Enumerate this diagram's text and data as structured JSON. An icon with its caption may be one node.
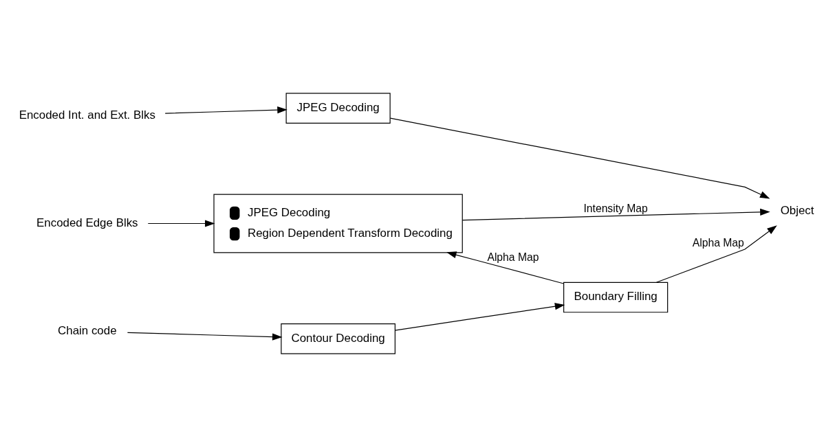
{
  "diagram": {
    "nodes": [
      {
        "text": [
          "Encoded Int. and Ext. Blks"
        ]
      },
      {
        "text": [
          "JPEG Decoding"
        ]
      },
      {
        "text": [
          "Encoded Edge Blks"
        ]
      },
      {
        "text": [
          "JPEG Decoding",
          "Region Dependent Transform Decoding"
        ]
      },
      {
        "text": [
          "Chain code"
        ]
      },
      {
        "text": [
          "Contour Decoding"
        ]
      },
      {
        "text": [
          "Boundary Filling"
        ]
      },
      {
        "text": [
          "Object"
        ]
      }
    ],
    "edges": [
      {
        "from": 0,
        "to": 1,
        "arrow": "to"
      },
      {
        "from": 2,
        "to": 3,
        "arrow": "to"
      },
      {
        "from": 4,
        "to": 5,
        "arrow": "to"
      },
      {
        "from": 5,
        "to": 6,
        "arrow": "to"
      },
      {
        "from": 6,
        "to": 3,
        "arrow": "to",
        "label": "Alpha Map"
      },
      {
        "from": 1,
        "to": 7,
        "arrow": "to"
      },
      {
        "from": 3,
        "to": 7,
        "arrow": "to",
        "label": "Intensity Map"
      },
      {
        "from": 6,
        "to": 7,
        "arrow": "to",
        "label": "Alpha Map"
      }
    ]
  }
}
